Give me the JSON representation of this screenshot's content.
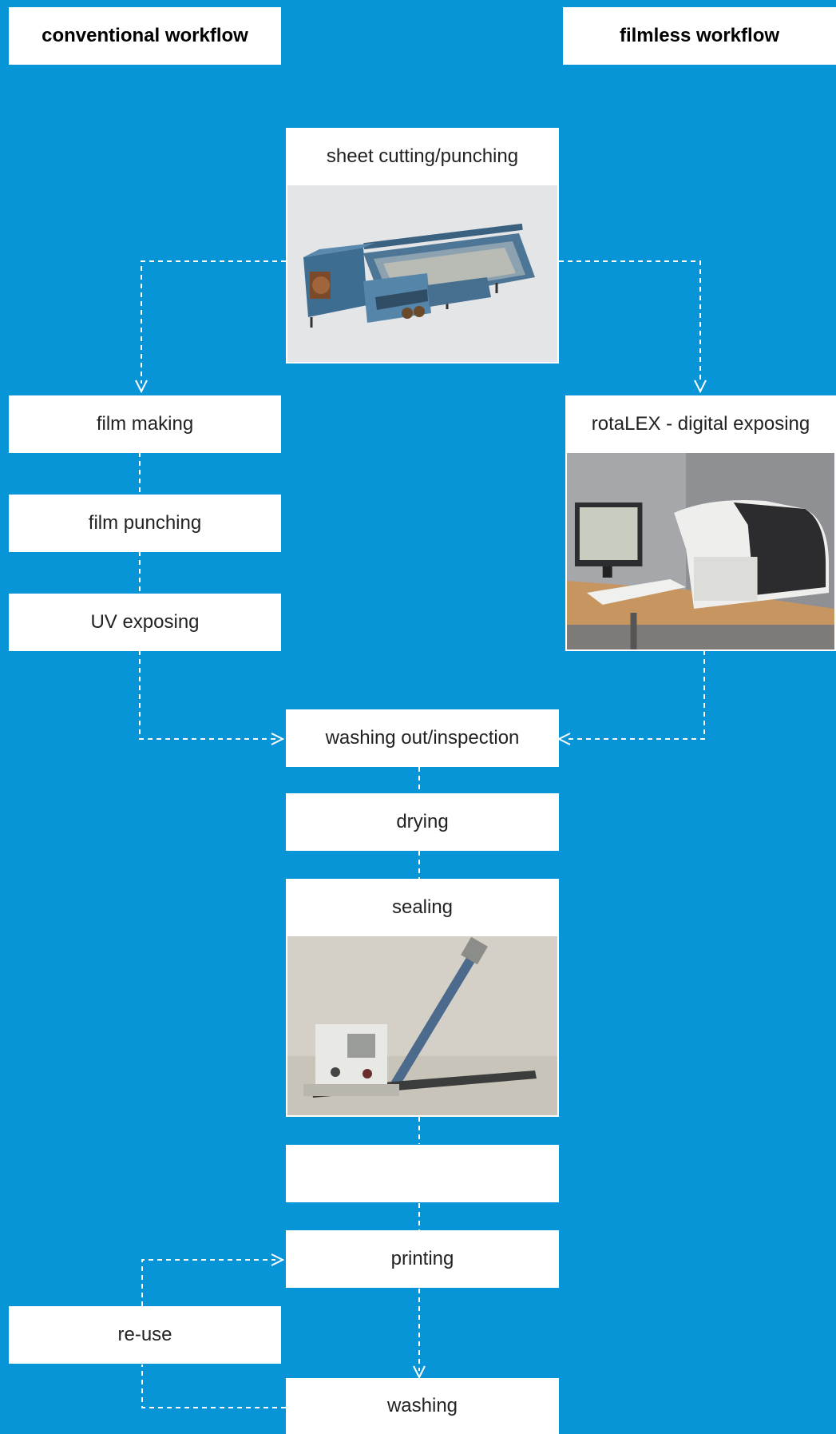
{
  "header": {
    "conventional": "conventional workflow",
    "filmless": "filmless workflow"
  },
  "steps": {
    "sheet_cutting": "sheet cutting/punching",
    "film_making": "film making",
    "film_punching": "film punching",
    "uv_exposing": "UV exposing",
    "rotalex": "rotaLEX - digital exposing",
    "washing_out": "washing out/inspection",
    "drying": "drying",
    "sealing": "sealing",
    "blank_step": "",
    "printing": "printing",
    "reuse": "re-use",
    "washing": "washing"
  },
  "colors": {
    "background": "#0895d8",
    "box": "#ffffff",
    "connector": "#ffffff"
  },
  "icons": [
    "sheet-cutting-machine-photo",
    "rotalex-printer-photo",
    "sealing-machine-photo",
    "arrow-head-icon"
  ]
}
